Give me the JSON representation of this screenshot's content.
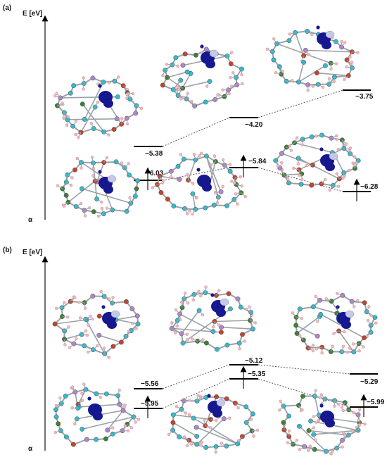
{
  "panel_a": {
    "tag": "(a)",
    "axis_label": "E [eV]",
    "alpha_label": "α",
    "levels": {
      "lumo_1": "−5.38",
      "lumo_2": "−4.20",
      "lumo_3": "−3.75",
      "homo_1": "−6.03",
      "homo_2": "−5.84",
      "homo_3": "−6.28"
    }
  },
  "panel_b": {
    "tag": "(b)",
    "axis_label": "E [eV]",
    "alpha_label": "α",
    "levels": {
      "lumo_1": "−5.56",
      "lumo_2": "−5.12",
      "lumo_3": "−5.29",
      "homo_1": "−5.95",
      "homo_2": "−5.35",
      "homo_3": "−5.99"
    }
  },
  "colors": {
    "orbital_dark": "#15188f",
    "orbital_light": "#c6c9e6",
    "carbon": "#3ab7c8",
    "oxygen": "#c2452f",
    "hydrogen": "#f1b7c1",
    "nitrogen": "#3f7f3a",
    "boron": "#b085c8",
    "bond": "#9aa2a8"
  }
}
